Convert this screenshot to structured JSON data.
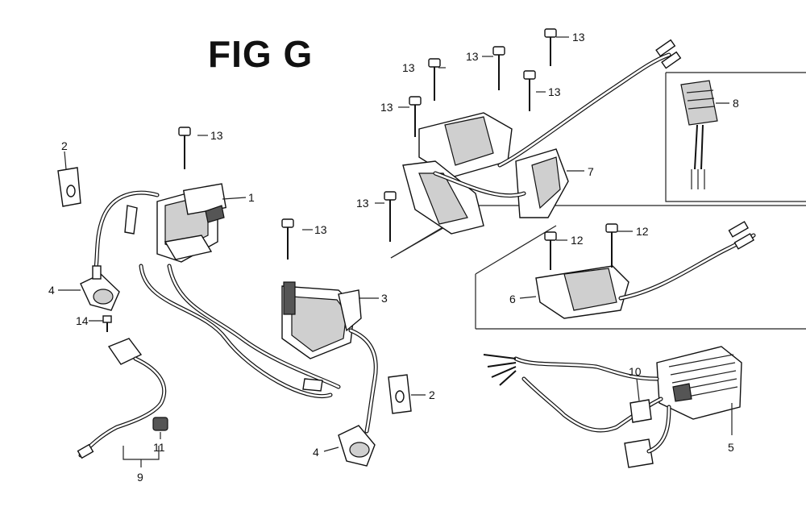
{
  "title": "FIG G",
  "callouts": {
    "c1": "1",
    "c2a": "2",
    "c2b": "2",
    "c3": "3",
    "c4a": "4",
    "c4b": "4",
    "c5": "5",
    "c6": "6",
    "c7": "7",
    "c8": "8",
    "c9": "9",
    "c10": "10",
    "c11": "11",
    "c12a": "12",
    "c12b": "12",
    "c13a": "13",
    "c13b": "13",
    "c13c": "13",
    "c13d": "13",
    "c13e": "13",
    "c13f": "13",
    "c13g": "13",
    "c13h": "13",
    "c14": "14"
  }
}
